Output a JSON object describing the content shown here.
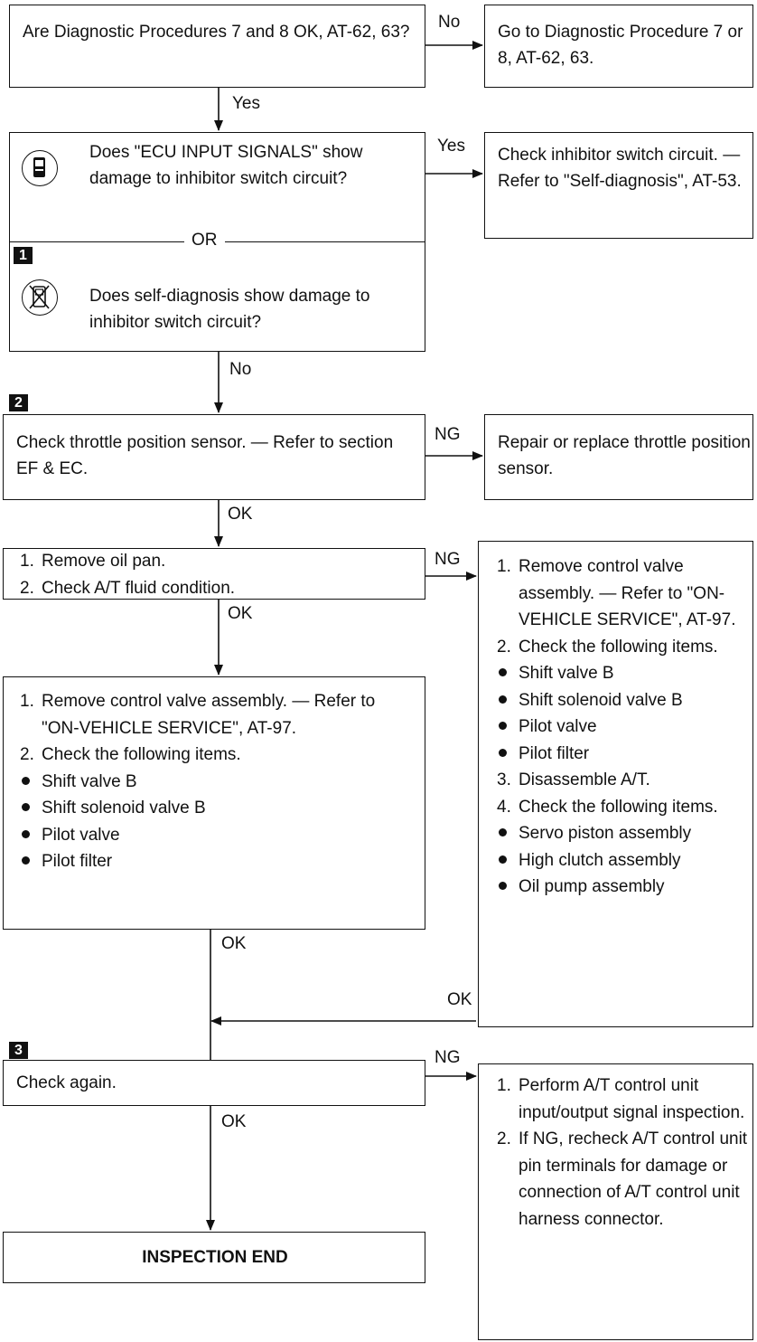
{
  "q1": {
    "text": "Are Diagnostic Procedures 7 and 8 OK, AT-62, 63?"
  },
  "r1": {
    "text": "Go to Diagnostic Procedure 7 or 8, AT-62, 63."
  },
  "q2": {
    "top_text": "Does \"ECU INPUT SIGNALS\" show damage to inhibitor switch circuit?",
    "or_text": "OR",
    "bottom_text": "Does self-diagnosis show damage to inhibitor switch circuit?",
    "step_no": "1",
    "icon_top": "consult-tester-icon",
    "icon_bottom": "no-tester-icon"
  },
  "r2": {
    "text": "Check inhibitor switch circuit. — Refer to \"Self-diagnosis\", AT-53."
  },
  "q3": {
    "step_no": "2",
    "text": "Check throttle position sensor. — Refer to section EF & EC."
  },
  "r3": {
    "text": "Repair or replace throttle position sensor."
  },
  "q4": {
    "items": [
      {
        "marker": "1.",
        "text": "Remove oil pan."
      },
      {
        "marker": "2.",
        "text": "Check A/T fluid condition."
      }
    ]
  },
  "r4": {
    "items": [
      {
        "marker": "1.",
        "text": "Remove control valve assembly. — Refer to \"ON-VEHICLE SERVICE\", AT-97."
      },
      {
        "marker": "2.",
        "text": "Check the following items."
      },
      {
        "marker": "•",
        "text": "Shift valve B"
      },
      {
        "marker": "•",
        "text": "Shift solenoid valve B"
      },
      {
        "marker": "•",
        "text": "Pilot valve"
      },
      {
        "marker": "•",
        "text": "Pilot filter"
      },
      {
        "marker": "3.",
        "text": "Disassemble A/T."
      },
      {
        "marker": "4.",
        "text": "Check the following items."
      },
      {
        "marker": "•",
        "text": "Servo piston assembly"
      },
      {
        "marker": "•",
        "text": "High clutch assembly"
      },
      {
        "marker": "•",
        "text": "Oil pump assembly"
      }
    ]
  },
  "q5": {
    "items": [
      {
        "marker": "1.",
        "text": "Remove control valve assembly. — Refer to \"ON-VEHICLE SERVICE\", AT-97."
      },
      {
        "marker": "2.",
        "text": "Check the following items."
      },
      {
        "marker": "•",
        "text": "Shift valve B"
      },
      {
        "marker": "•",
        "text": "Shift solenoid valve B"
      },
      {
        "marker": "•",
        "text": "Pilot valve"
      },
      {
        "marker": "•",
        "text": "Pilot filter"
      }
    ]
  },
  "q6": {
    "step_no": "3",
    "text": "Check again."
  },
  "r6": {
    "items": [
      {
        "marker": "1.",
        "text": "Perform A/T control unit input/output signal inspection."
      },
      {
        "marker": "2.",
        "text": "If NG, recheck A/T control unit pin terminals for damage or connection of A/T control unit harness connector."
      }
    ]
  },
  "end": {
    "text": "INSPECTION END"
  },
  "labels": {
    "q1_no": "No",
    "q1_yes": "Yes",
    "q2_yes": "Yes",
    "q2_no": "No",
    "q3_ng": "NG",
    "q3_ok": "OK",
    "q4_ng": "NG",
    "q4_ok": "OK",
    "q5_ok": "OK",
    "r4_ok": "OK",
    "q6_ng": "NG",
    "q6_ok": "OK"
  }
}
